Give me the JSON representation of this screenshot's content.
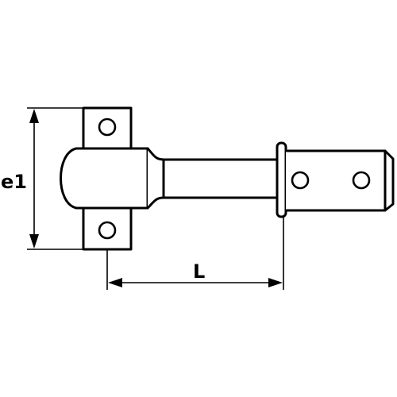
{
  "figure": {
    "subject": "hinge-pin-with-mounting-plate",
    "line_color": "#000000",
    "background": "#ffffff"
  },
  "dimensions": {
    "height_label": "e1",
    "length_label": "L"
  }
}
